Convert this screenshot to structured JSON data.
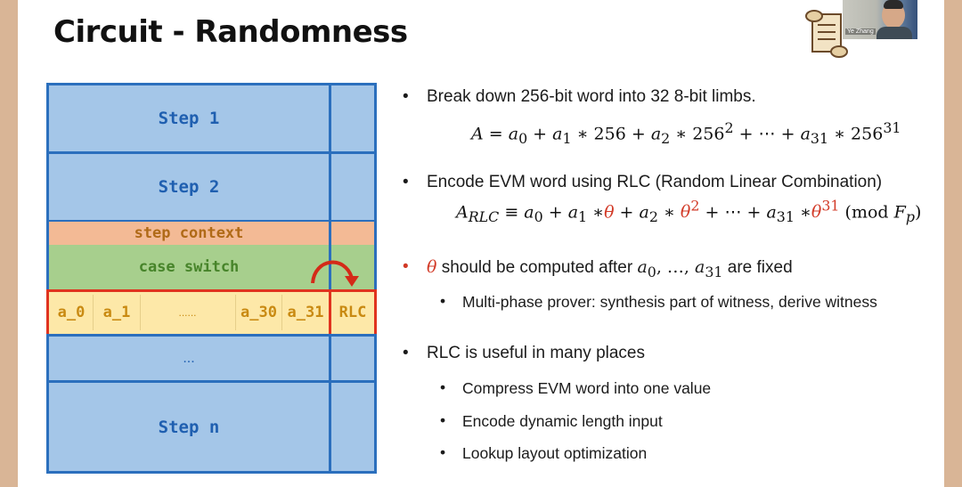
{
  "slide": {
    "title": "Circuit - Randomness"
  },
  "diagram": {
    "step1": "Step 1",
    "step2": "Step 2",
    "step_context": "step context",
    "case_switch": "case switch",
    "limbs": [
      "a_0",
      "a_1",
      "......",
      "a_30",
      "a_31"
    ],
    "rlc": "RLC",
    "ellipsis": "...",
    "stepn": "Step n"
  },
  "bullets": {
    "b1": "Break down 256-bit word into 32 8-bit limbs.",
    "b2": "Encode EVM word using RLC (Random Linear Combination)",
    "b3_theta": "θ",
    "b3_mid": "should be computed after",
    "b3_end": "are fixed",
    "b3_sub": "Multi-phase prover: synthesis part of witness, derive witness",
    "b4": "RLC is useful in many places",
    "b4_subs": [
      "Compress EVM word into one value",
      "Encode dynamic length input",
      "Lookup layout optimization"
    ]
  },
  "webcam": {
    "name": "Ye Zhang"
  },
  "colors": {
    "step_blue": "#a4c6e8",
    "border_blue": "#2b6fbd",
    "context_orange": "#f3ba95",
    "case_green": "#a7cf8d",
    "limb_yellow": "#fde8a8",
    "highlight_red": "#d23a27"
  }
}
